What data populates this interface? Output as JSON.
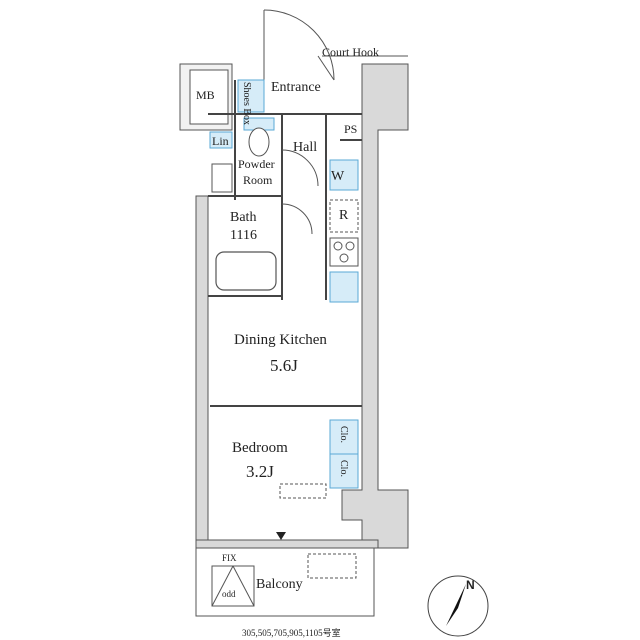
{
  "rooms": {
    "mb": "MB",
    "shoes_box": "Shoes Box",
    "entrance": "Entrance",
    "court_hook": "Court Hook",
    "ps": "PS",
    "lin": "Lin",
    "hall": "Hall",
    "powder_room": [
      "Powder",
      "Room"
    ],
    "w": "W",
    "r": "R",
    "bath": "Bath",
    "bath_size": "1116",
    "dining_kitchen": "Dining Kitchen",
    "dining_kitchen_size": "5.6J",
    "bedroom": "Bedroom",
    "bedroom_size": "3.2J",
    "clo": "Clo.",
    "fix": "FIX",
    "balcony": "Balcony",
    "odd": "odd",
    "unit_numbers": "305,505,705,905,1105号室",
    "north": "N"
  },
  "colors": {
    "wall": "#d9d9d9",
    "wall_line": "#555555",
    "line": "#444444",
    "storage_fill": "#d6ecf8",
    "storage_line": "#5aa9d6"
  }
}
